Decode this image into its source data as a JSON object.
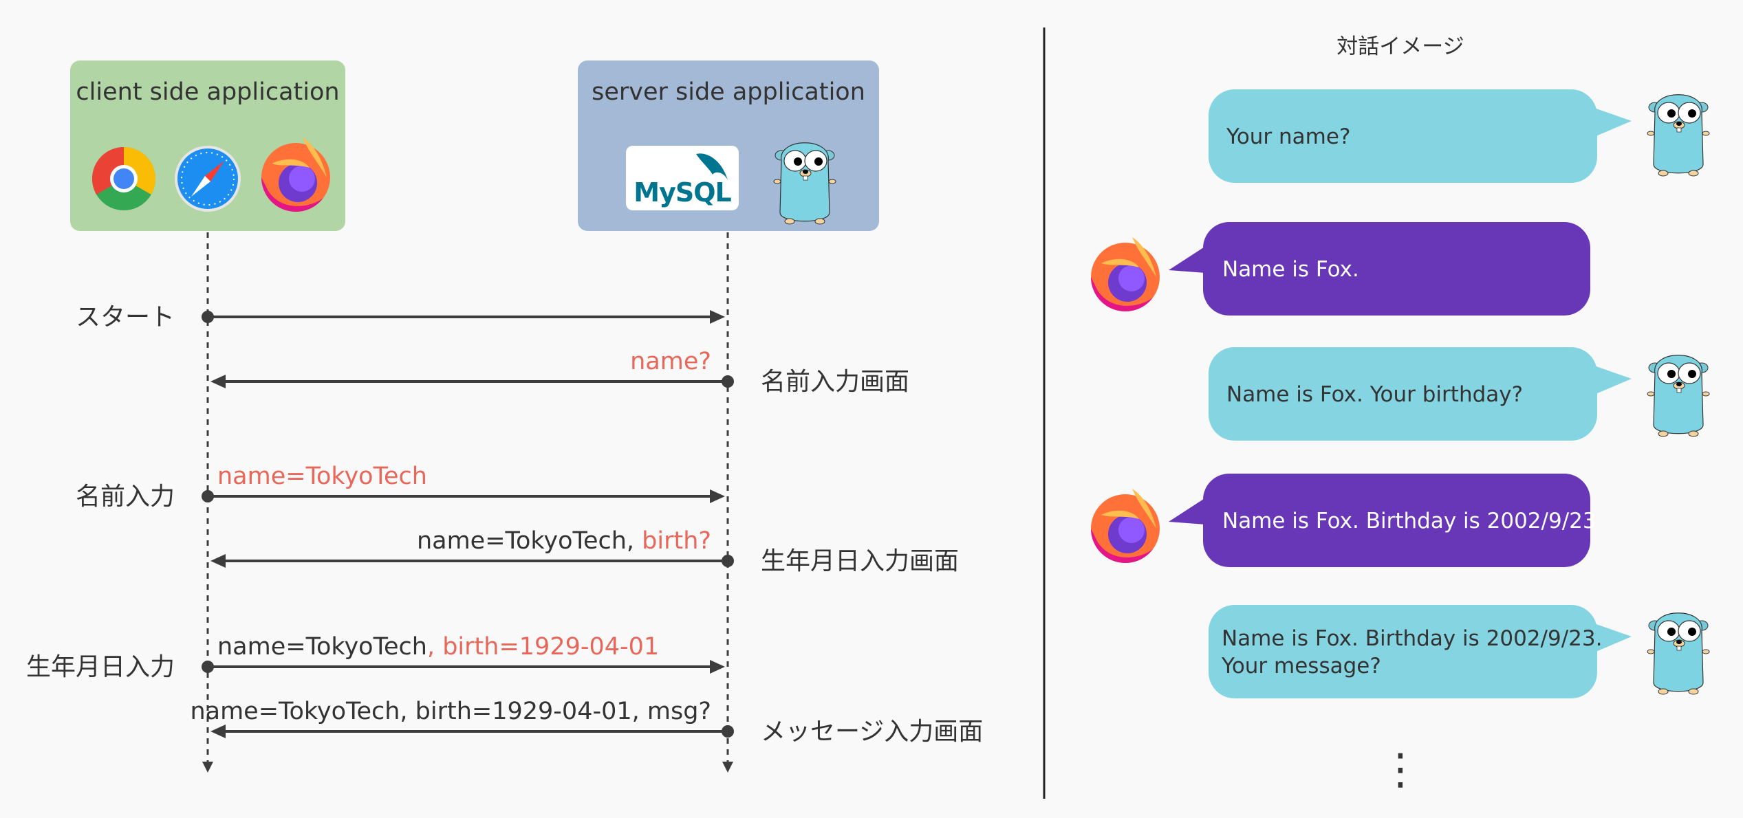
{
  "left": {
    "client_box_title": "client side application",
    "server_box_title": "server side application",
    "mysql_logo_text": "MySQL",
    "messages": [
      {
        "left_label": "スタート",
        "direction": "to-server",
        "text_parts": []
      },
      {
        "right_label": "名前入力画面",
        "direction": "to-client",
        "text_parts": [
          {
            "text": "name?",
            "highlight": true
          }
        ]
      },
      {
        "left_label": "名前入力",
        "direction": "to-server",
        "text_parts": [
          {
            "text": "name=TokyoTech",
            "highlight": true
          }
        ]
      },
      {
        "right_label": "生年月日入力画面",
        "direction": "to-client",
        "text_parts": [
          {
            "text": "name=TokyoTech, ",
            "highlight": false
          },
          {
            "text": "birth?",
            "highlight": true
          }
        ]
      },
      {
        "left_label": "生年月日入力",
        "direction": "to-server",
        "text_parts": [
          {
            "text": "name=TokyoTech",
            "highlight": false
          },
          {
            "text": ", birth=1929-04-01",
            "highlight": true
          }
        ]
      },
      {
        "right_label": "メッセージ入力画面",
        "direction": "to-client",
        "text_parts": [
          {
            "text": "name=TokyoTech, birth=1929-04-01, msg?",
            "highlight": false
          }
        ]
      }
    ]
  },
  "right": {
    "title": "対話イメージ",
    "dialog": [
      {
        "speaker": "server",
        "lines": [
          "Your name?"
        ]
      },
      {
        "speaker": "client",
        "lines": [
          "Name is Fox."
        ]
      },
      {
        "speaker": "server",
        "lines": [
          "Name is Fox. Your birthday?"
        ]
      },
      {
        "speaker": "client",
        "lines": [
          "Name is Fox. Birthday is 2002/9/23"
        ]
      },
      {
        "speaker": "server",
        "lines": [
          "Name is Fox. Birthday is 2002/9/23.",
          "Your message?"
        ]
      }
    ],
    "continuation": "⋮"
  },
  "colors": {
    "client_box": "#b1d5a4",
    "server_box": "#a3b9d6",
    "highlight": "#e8675a",
    "line": "#3d3d3d",
    "server_bubble": "#84d4e2",
    "client_bubble": "#6737b8",
    "gopher": "#7dd3e1"
  }
}
